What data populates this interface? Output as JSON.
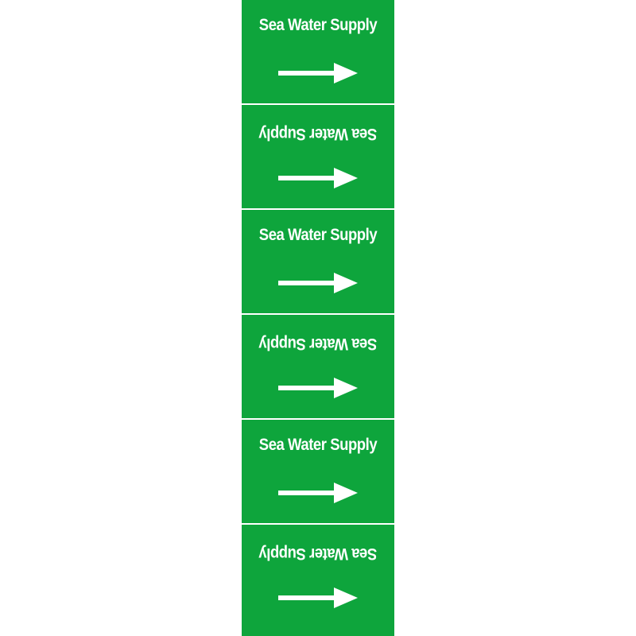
{
  "colors": {
    "background": "#ffffff",
    "panel_green": "#0ea53c",
    "text": "#ffffff"
  },
  "panels": [
    {
      "label": "Sea Water Supply",
      "orientation": "upright",
      "arrow_icon": "arrow-right-icon"
    },
    {
      "label": "Sea Water Supply",
      "orientation": "inverted",
      "arrow_icon": "arrow-right-icon"
    },
    {
      "label": "Sea Water Supply",
      "orientation": "upright",
      "arrow_icon": "arrow-right-icon"
    },
    {
      "label": "Sea Water Supply",
      "orientation": "inverted",
      "arrow_icon": "arrow-right-icon"
    },
    {
      "label": "Sea Water Supply",
      "orientation": "upright",
      "arrow_icon": "arrow-right-icon"
    },
    {
      "label": "Sea Water Supply",
      "orientation": "inverted",
      "arrow_icon": "arrow-right-icon"
    }
  ]
}
